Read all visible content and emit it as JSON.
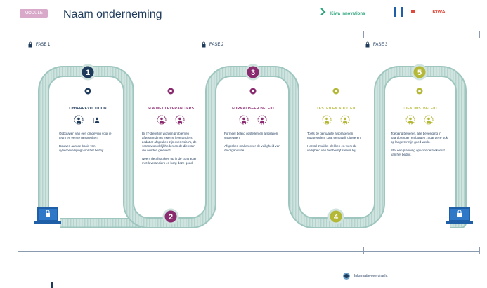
{
  "header": {
    "tag": "MODULE",
    "title": "Naam onderneming",
    "brand_primary": "Kiwa innovations",
    "brand_secondary": "KIWA"
  },
  "phases": [
    {
      "label": "FASE 1"
    },
    {
      "label": "FASE 2"
    },
    {
      "label": "FASE 3"
    }
  ],
  "steps": [
    {
      "number": "1",
      "title": "CYBERREVOLUTION",
      "color": "#1f3b5c",
      "text": [
        "Opbouwen van een omgeving voor je team en eerste gesprekken.",
        "Bouwen aan de basis van cyberbeveiliging voor het bedrijf."
      ]
    },
    {
      "number": "2",
      "title": "SLA MET LEVERANCIERS",
      "color": "#8a2a6f",
      "text": [
        "Bij IT-diensten worden problemen afgestemd met externe leveranciers zodat er afspraken zijn over risico's, de verantwoordelijkheden en de diensten die worden geleverd.",
        "Neem de afspraken op in de contracten met leveranciers en borg deze goed."
      ]
    },
    {
      "number": "3",
      "title": "FORMALISEER BELEID",
      "color": "#8a2a6f",
      "text": [
        "Formeel beleid opstellen en afspraken vastleggen.",
        "Afspraken maken over de veiligheid van de organisatie."
      ]
    },
    {
      "number": "4",
      "title": "TESTEN EN AUDITEN",
      "color": "#b5b836",
      "text": [
        "Toets de gemaakte afspraken en maatregelen. Laat een audit uitvoeren.",
        "Herstel zwakke plekken en werk de veiligheid van het bedrijf steeds bij."
      ]
    },
    {
      "number": "5",
      "title": "TOEKOMSTBELEID",
      "color": "#b5b836",
      "text": [
        "Toegang beheren, alle beveiliging in kaart brengen en borgen zodat deze ook op lange termijn goed werkt.",
        "Stel een planning op voor de toekomst van het bedrijf."
      ]
    }
  ],
  "legend": {
    "label": "Informatie-overdracht"
  },
  "colors": {
    "track": "#cfe3df",
    "track_edge": "#9ec6bf",
    "navy": "#1f3b5c",
    "purple": "#8a2a6f",
    "olive": "#b5b836",
    "laptop": "#1f5fa8"
  },
  "icons": {
    "phase_marker": "lock-icon",
    "endpoints": "laptop-lock-icon",
    "step_person": "person-icon"
  }
}
